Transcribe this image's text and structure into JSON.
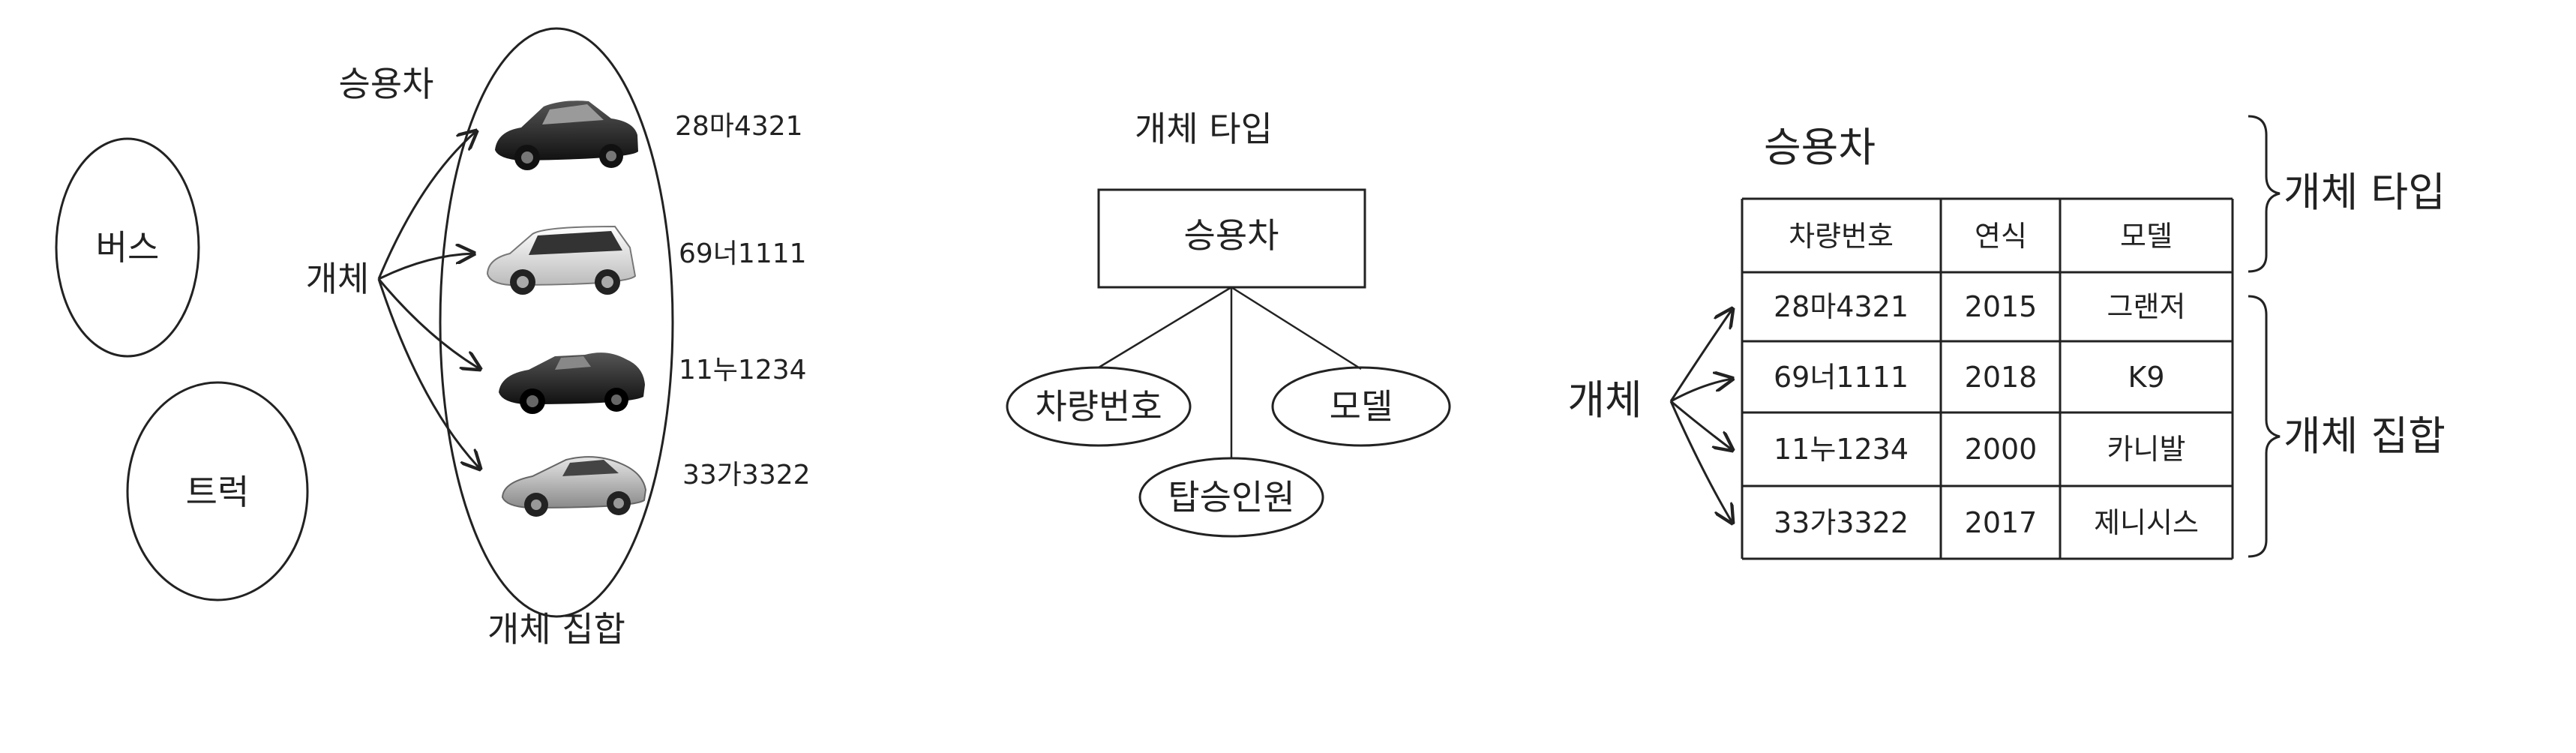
{
  "left": {
    "bus": "버스",
    "truck": "트럭",
    "passenger_car": "승용차",
    "entity": "개체",
    "entity_set": "개체 집합",
    "plates": [
      "28마4321",
      "69너1111",
      "11누1234",
      "33가3322"
    ]
  },
  "middle": {
    "entity_type": "개체 타입",
    "box": "승용차",
    "attributes": [
      "차량번호",
      "모델",
      "탑승인원"
    ]
  },
  "right": {
    "table_title": "승용차",
    "entity": "개체",
    "entity_type": "개체 타입",
    "entity_set": "개체 집합",
    "headers": [
      "차량번호",
      "연식",
      "모델"
    ],
    "rows": [
      [
        "28마4321",
        "2015",
        "그랜저"
      ],
      [
        "69너1111",
        "2018",
        "K9"
      ],
      [
        "11누1234",
        "2000",
        "카니발"
      ],
      [
        "33가3322",
        "2017",
        "제니시스"
      ]
    ]
  }
}
